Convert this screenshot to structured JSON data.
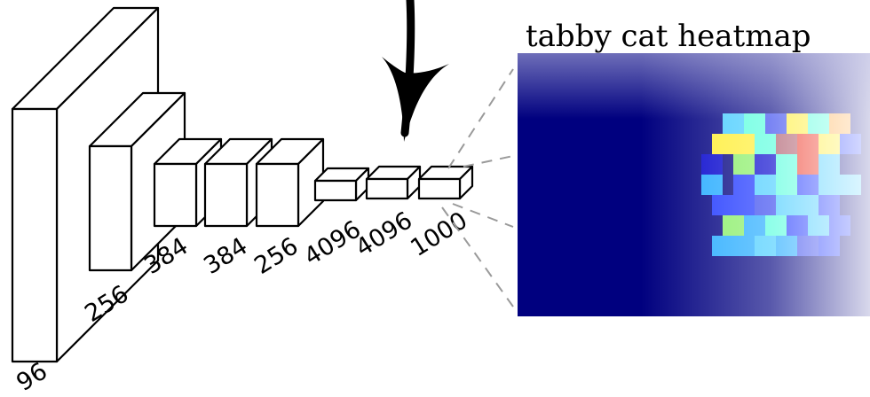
{
  "diagram": {
    "heatmap_title": "tabby cat heatmap",
    "layers": [
      {
        "id": "conv1",
        "label": "96"
      },
      {
        "id": "conv2",
        "label": "256"
      },
      {
        "id": "conv3",
        "label": "384"
      },
      {
        "id": "conv4",
        "label": "384"
      },
      {
        "id": "conv5",
        "label": "256"
      },
      {
        "id": "fc6",
        "label": "4096"
      },
      {
        "id": "fc7",
        "label": "4096"
      },
      {
        "id": "fc8",
        "label": "1000"
      }
    ],
    "colors": {
      "heatmap_background": "#00007f",
      "heatmap_fade": "#ffffff",
      "stroke": "#000000",
      "guide_lines": "#9a9a9a"
    }
  }
}
